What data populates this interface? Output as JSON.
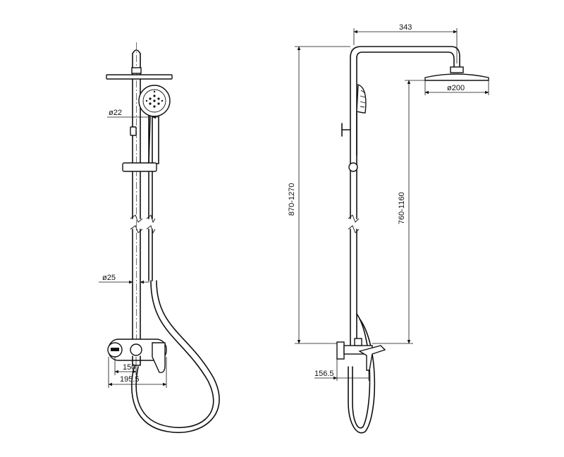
{
  "front_view": {
    "rod_diameter": "ø22",
    "pipe_diameter": "ø25",
    "inner_width": "150",
    "outer_width": "195.5"
  },
  "side_view": {
    "arm_projection": "343",
    "head_diameter": "ø200",
    "total_height_range": "870-1270",
    "head_height_range": "760-1160",
    "spout_offset": "156.5"
  }
}
